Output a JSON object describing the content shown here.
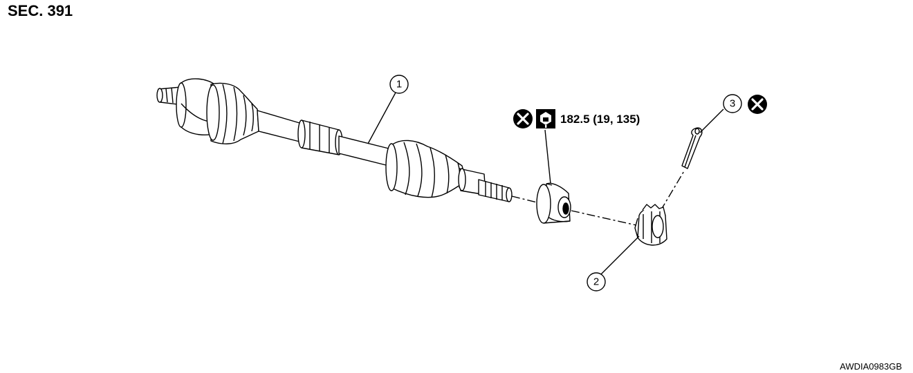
{
  "header": {
    "section": "SEC. 391"
  },
  "footer": {
    "figure_id": "AWDIA0983GB"
  },
  "callouts": [
    {
      "number": "1",
      "part": "drive-shaft-assembly"
    },
    {
      "number": "2",
      "part": "adjusting-cap"
    },
    {
      "number": "3",
      "part": "cotter-pin"
    }
  ],
  "torque_spec": {
    "value": "182.5 (19, 135)",
    "icons": [
      "do-not-reuse-icon",
      "torque-wrench-icon"
    ]
  },
  "symbols": {
    "cotter_pin": "do-not-reuse-icon"
  }
}
